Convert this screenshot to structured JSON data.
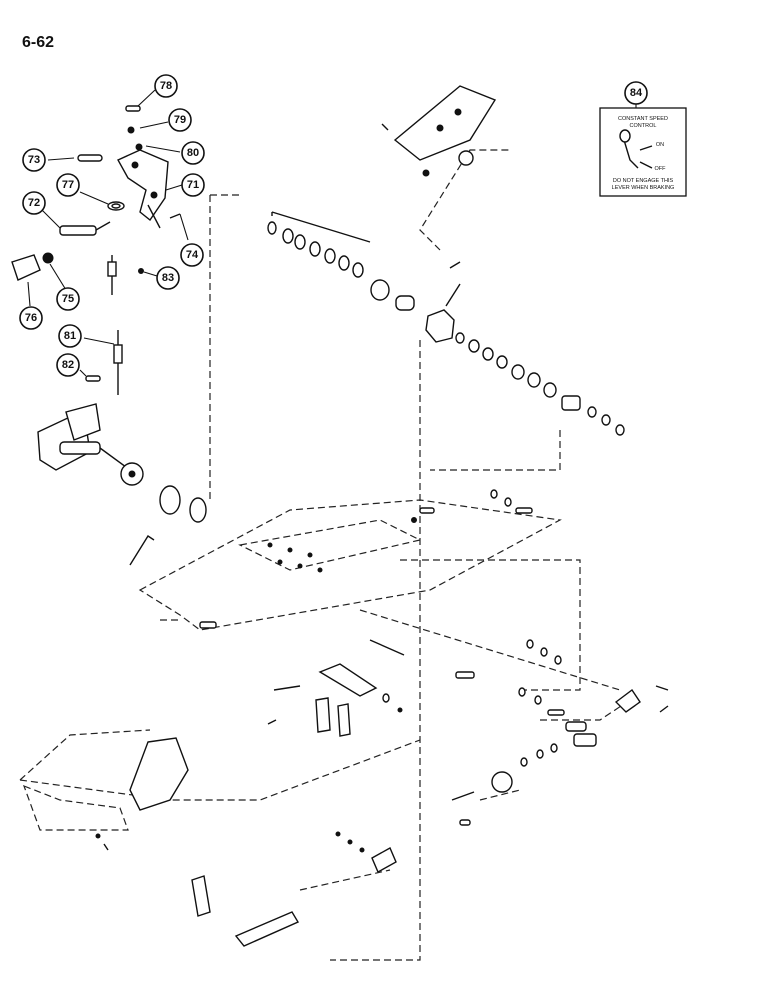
{
  "page": {
    "number": "6-62"
  },
  "callouts": [
    {
      "id": "71",
      "label": "71"
    },
    {
      "id": "72",
      "label": "72"
    },
    {
      "id": "73",
      "label": "73"
    },
    {
      "id": "74",
      "label": "74"
    },
    {
      "id": "75",
      "label": "75"
    },
    {
      "id": "76",
      "label": "76"
    },
    {
      "id": "77",
      "label": "77"
    },
    {
      "id": "78",
      "label": "78"
    },
    {
      "id": "79",
      "label": "79"
    },
    {
      "id": "80",
      "label": "80"
    },
    {
      "id": "81",
      "label": "81"
    },
    {
      "id": "82",
      "label": "82"
    },
    {
      "id": "83",
      "label": "83"
    },
    {
      "id": "84",
      "label": "84"
    }
  ],
  "decal": {
    "title_line1": "CONSTANT SPEED",
    "title_line2": "CONTROL",
    "on_label": "ON",
    "off_label": "OFF",
    "warning_line1": "DO NOT ENGAGE THIS",
    "warning_line2": "LEVER WHEN BRAKING"
  }
}
